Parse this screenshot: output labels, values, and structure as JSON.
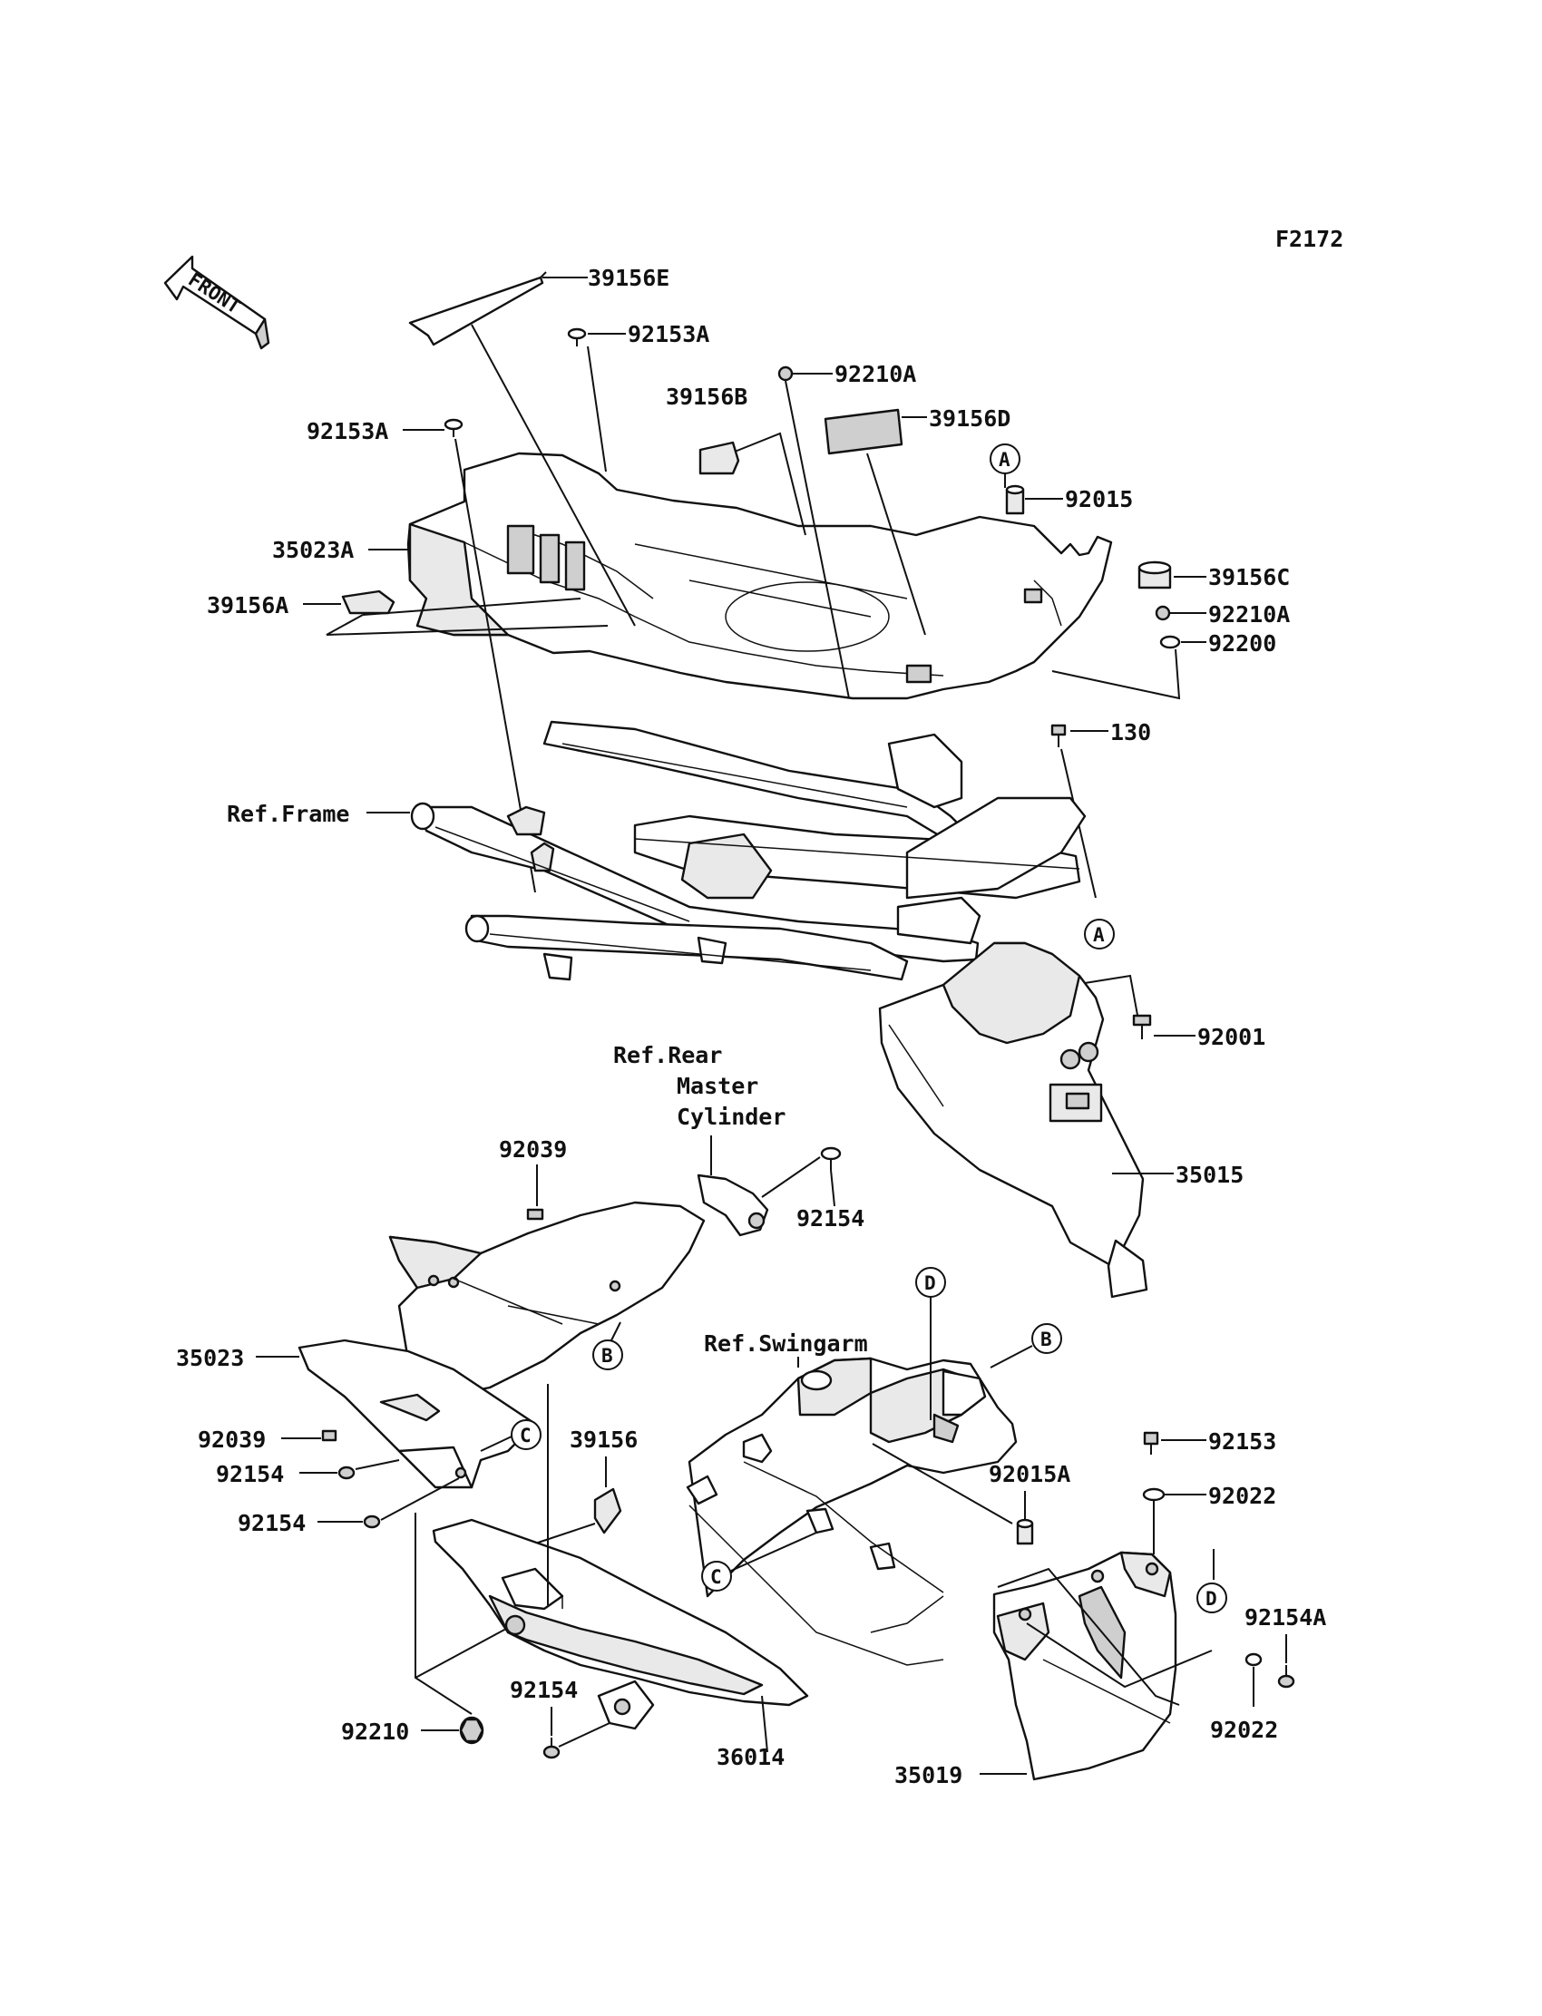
{
  "figure_id": "F2172",
  "front_label": "FRONT",
  "callouts": {
    "p39156E": "39156E",
    "p92153A_top": "92153A",
    "p92210A_top": "92210A",
    "p39156B": "39156B",
    "p39156D": "39156D",
    "p92153A_left": "92153A",
    "p92015": "92015",
    "p35023A": "35023A",
    "p39156C": "39156C",
    "p39156A": "39156A",
    "p92210A_right": "92210A",
    "p92200": "92200",
    "p130": "130",
    "p92001": "92001",
    "p92039_top": "92039",
    "p92154_top": "92154",
    "p35015": "35015",
    "p35023": "35023",
    "p92039_left": "92039",
    "p92154_a": "92154",
    "p92154_b": "92154",
    "p39156": "39156",
    "p92153": "92153",
    "p92015A": "92015A",
    "p92022_top": "92022",
    "p92154A": "92154A",
    "p92022_bottom": "92022",
    "p92210": "92210",
    "p92154_c": "92154",
    "p36014": "36014",
    "p35019": "35019"
  },
  "references": {
    "frame": "Ref.Frame",
    "rear_master_1": "Ref.Rear",
    "rear_master_2": "Master",
    "rear_master_3": "Cylinder",
    "swingarm": "Ref.Swingarm"
  },
  "markers": {
    "a_top": "A",
    "a_bottom": "A",
    "b_right": "B",
    "b_left": "B",
    "c_left": "C",
    "c_mid": "C",
    "d_top": "D",
    "d_right": "D"
  }
}
